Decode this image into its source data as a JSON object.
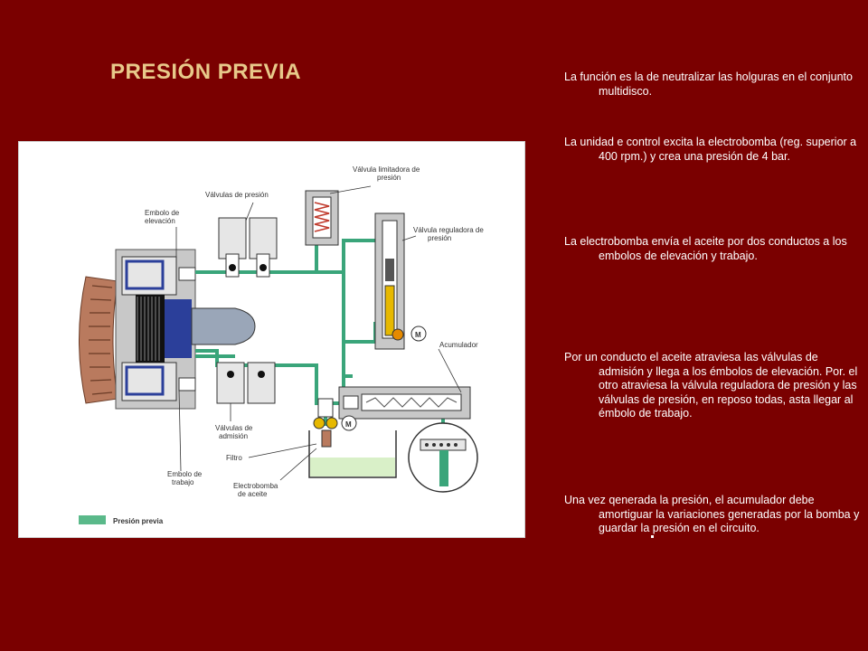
{
  "slide": {
    "title": "PRESIÓN PREVIA",
    "paragraphs": [
      "La función es la de neutralizar las holguras en el conjunto multidisco.",
      "La unidad e control excita la electrobomba (reg. superior a 400 rpm.) y crea una presión de 4 bar.",
      "La electrobomba envía el aceite por dos conductos a los embolos de elevación y trabajo.",
      "Por un conducto el aceite atraviesa las válvulas de admisión y llega a los émbolos de elevación. Por. el otro atraviesa la válvula reguladora de presión y las válvulas de presión, en reposo todas, asta llegar al émbolo de trabajo.",
      "Una vez qenerada la presión, el acumulador debe amortiguar la variaciones generadas por la bomba y guardar la presión en el circuito."
    ]
  },
  "diagram": {
    "labels": {
      "embolo_elevacion_1": "Embolo de",
      "embolo_elevacion_2": "elevación",
      "valvulas_presion": "Válvulas de presión",
      "valvula_limitadora_1": "Válvula limitadora de",
      "valvula_limitadora_2": "presión",
      "valvula_reguladora_1": "Válvula reguladora de",
      "valvula_reguladora_2": "presión",
      "acumulador": "Acumulador",
      "valvulas_admision_1": "Válvulas de",
      "valvulas_admision_2": "admisión",
      "filtro": "Filtro",
      "embolo_trabajo_1": "Embolo de",
      "embolo_trabajo_2": "trabajo",
      "electrobomba_1": "Electrobomba",
      "electrobomba_2": "de aceite",
      "motor_m1": "M",
      "motor_m2": "M",
      "legend": "Presión previa"
    },
    "colors": {
      "oil_line": "#3aa57a",
      "legend_swatch": "#5ab98a",
      "housing": "#c8c8c8",
      "gear": "#b97a5e",
      "disk": "#2b3f9a",
      "tank_fluid": "#d9f0c8"
    }
  }
}
